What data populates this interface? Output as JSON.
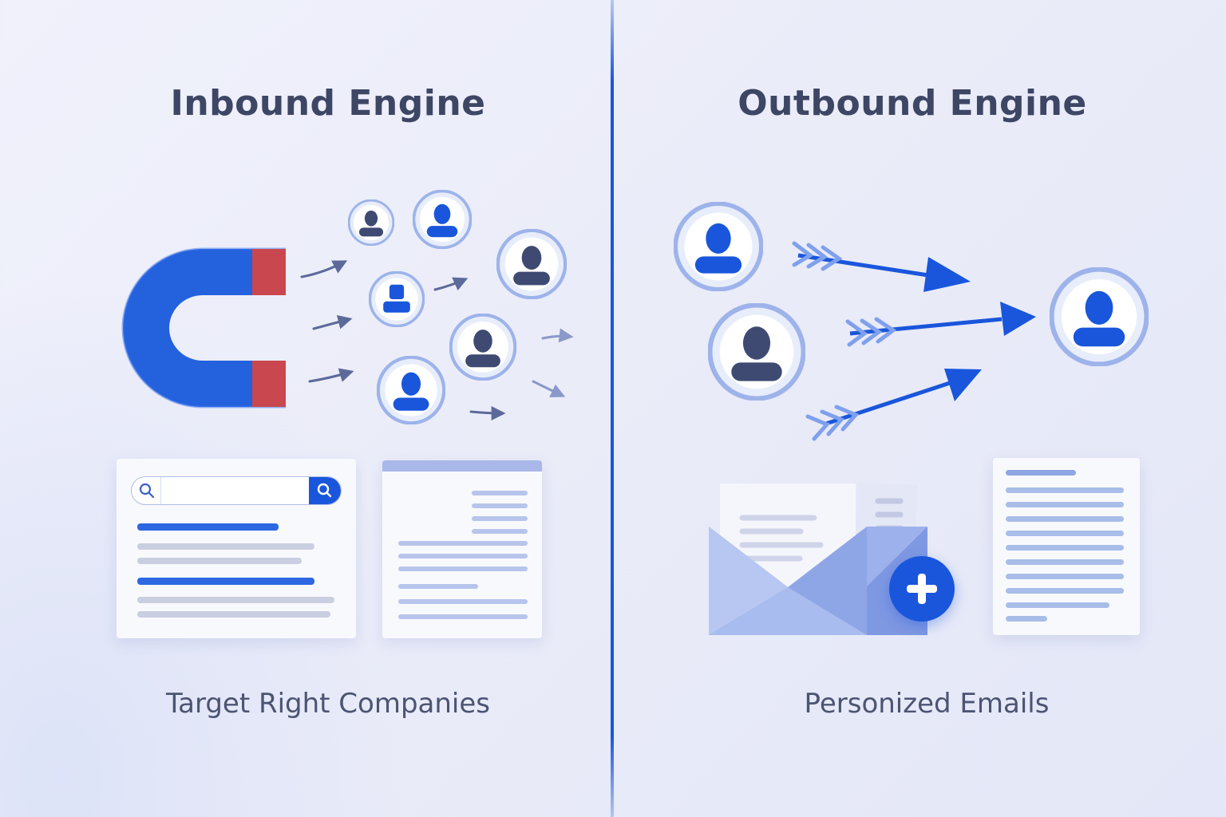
{
  "inbound": {
    "title": "Inbound Engine",
    "caption": "Target Right Companies"
  },
  "outbound": {
    "title": "Outbound Engine",
    "caption": "Personized Emails"
  },
  "colors": {
    "accent_blue": "#1a56db",
    "magnet_red": "#c9474f",
    "title_text": "#3d4664",
    "divider": "#1a56db"
  },
  "icons": {
    "inbound": [
      "magnet-icon",
      "person-icon",
      "arrow-icon",
      "search-icon",
      "image-icon"
    ],
    "outbound": [
      "person-icon",
      "arrow-icon",
      "envelope-icon",
      "plus-icon",
      "document-icon"
    ]
  }
}
